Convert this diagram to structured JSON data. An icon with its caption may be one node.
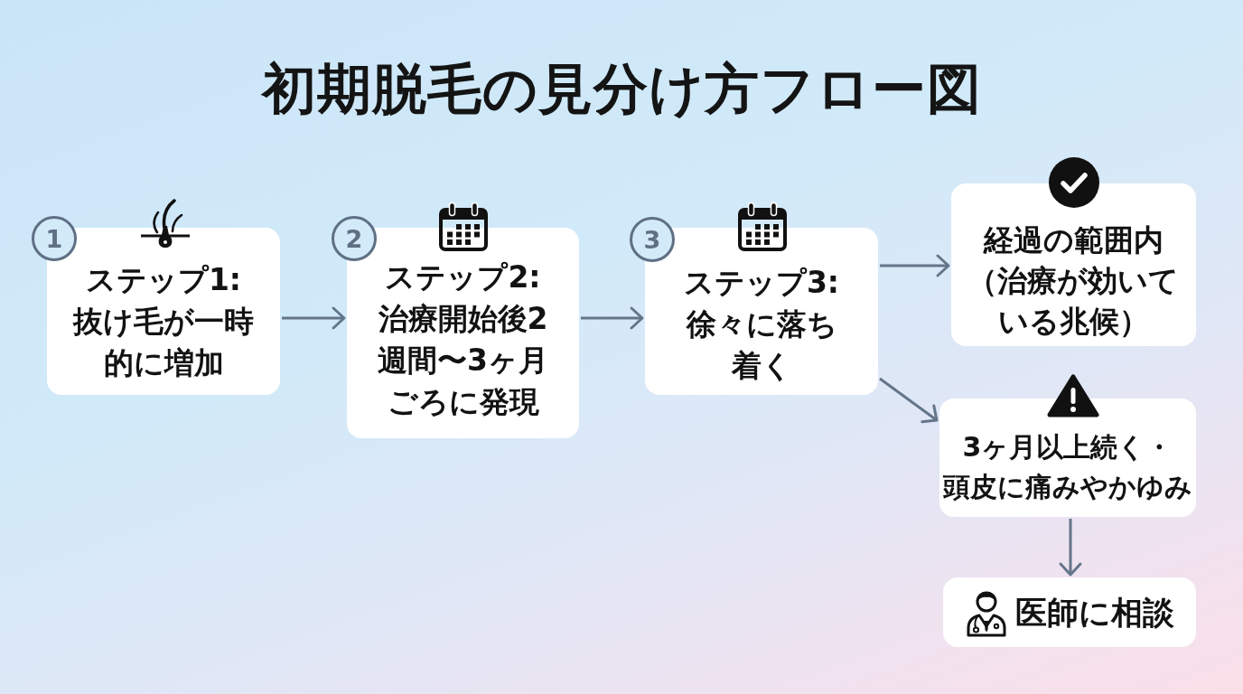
{
  "diagram": {
    "title": "初期脱毛の見分け方フロー図",
    "nodes": [
      {
        "text": [
          "1"
        ]
      },
      {
        "text": [
          "ステップ1:",
          "抜け毛が一時的に増加"
        ]
      },
      {
        "text": [
          "2"
        ]
      },
      {
        "text": [
          "ステップ2:",
          "治療開始後2週間〜3ヶ月ごろに発現"
        ]
      },
      {
        "text": [
          "3"
        ]
      },
      {
        "text": [
          "ステップ3:",
          "徐々に落ち着く"
        ]
      },
      {
        "text": [
          "経過の範囲内（治療が効いている兆候）"
        ]
      },
      {
        "text": [
          "3ヶ月以上続く・頭皮に痛みやかゆみ"
        ]
      },
      {
        "text": [
          "医師に相談"
        ]
      }
    ],
    "edges": [
      {
        "from": 1,
        "to": 3,
        "arrow": "to"
      },
      {
        "from": 3,
        "to": 5,
        "arrow": "to"
      },
      {
        "from": 5,
        "to": 6,
        "arrow": "to"
      },
      {
        "from": 5,
        "to": 7,
        "arrow": "to"
      },
      {
        "from": 7,
        "to": 8,
        "arrow": "to"
      }
    ]
  }
}
